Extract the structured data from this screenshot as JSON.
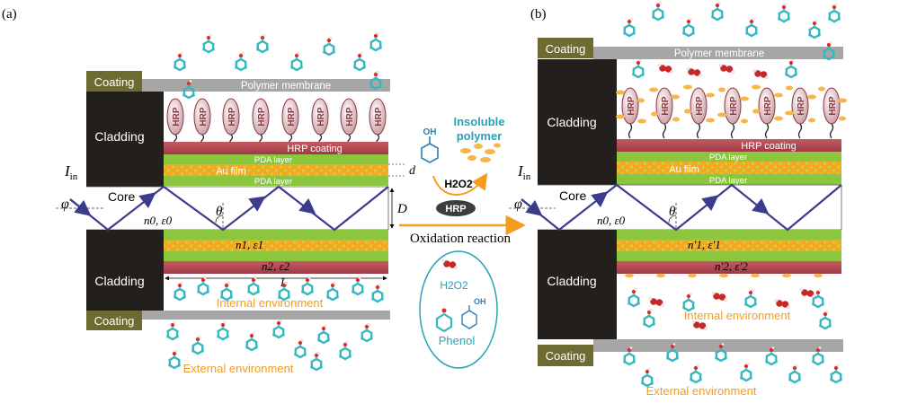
{
  "panels": [
    {
      "label": "(a)",
      "coating_top": "Coating",
      "coating_bottom": "Coating",
      "polymer_membrane": "Polymer membrane",
      "cladding_top": "Cladding",
      "cladding_bottom": "Cladding",
      "core": "Core",
      "hrp_label": "HRP",
      "hrp_coating": "HRP coating",
      "pda_layer_top": "PDA layer",
      "au_film": "Au film",
      "pda_layer_bottom": "PDA layer",
      "input_symbol": "I",
      "input_subscript": "in",
      "phi": "φ",
      "theta": "θ",
      "n0_eps0": "n0, ε0",
      "n1_eps1": "n1, ε1",
      "n2_eps2": "n2, ε2",
      "d_label": "d",
      "D_label": "D",
      "L_label": "L",
      "internal_env": "Internal environment",
      "external_env": "External environment"
    },
    {
      "label": "(b)",
      "coating_top": "Coating",
      "coating_bottom": "Coating",
      "polymer_membrane": "Polymer membrane",
      "cladding_top": "Cladding",
      "cladding_bottom": "Cladding",
      "core": "Core",
      "hrp_label": "HRP",
      "hrp_coating": "HRP coating",
      "pda_layer_top": "PDA layer",
      "au_film": "Au film",
      "pda_layer_bottom": "PDA layer",
      "input_symbol": "I",
      "input_subscript": "in",
      "phi": "φ",
      "theta": "θ",
      "n0_eps0": "n0, ε0",
      "n1_eps1": "n′1, ε′1",
      "n2_eps2": "n′2, ε′2",
      "internal_env": "Internal environment",
      "external_env": "External  environment"
    }
  ],
  "reaction": {
    "oh_top": "OH",
    "insoluble_polymer": "Insoluble\npolymer",
    "h2o2": "H2O2",
    "hrp": "HRP",
    "oxidation": "Oxidation reaction",
    "h2o2_bottom": "H2O2",
    "oh_bottom": "OH",
    "phenol": "Phenol"
  },
  "colors": {
    "coating": "#6e6b32",
    "membrane": "#a6a6a6",
    "cladding": "#231f1d",
    "hrp_coating": "#b24e58",
    "pda": "#8cc63f",
    "au": "#f29b1f",
    "ray": "#3c3c8e",
    "orange_text": "#f39c1f",
    "teal_text": "#29a3b8",
    "molecule": "#36b8c1"
  }
}
